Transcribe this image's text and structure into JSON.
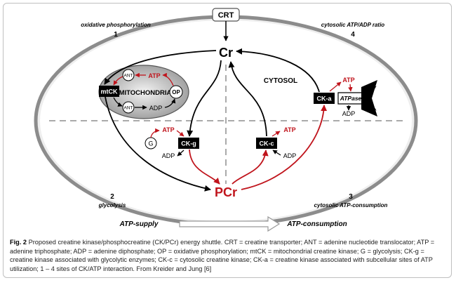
{
  "diagram": {
    "crt": "CRT",
    "cr": "Cr",
    "pcr": "PCr",
    "cytosol": "CYTOSOL",
    "mitochondria": "MITOCHONDRIA",
    "mtck": "mtCK",
    "ant": "ANT",
    "op": "OP",
    "atp": "ATP",
    "adp": "ADP",
    "g": "G",
    "ck_g": "CK-g",
    "ck_c": "CK-c",
    "ck_a": "CK-a",
    "atpase": "ATPase",
    "sites": [
      {
        "num": "1",
        "label": "oxidative phosphorylation"
      },
      {
        "num": "4",
        "label": "cytosolic ATP/ADP ratio"
      },
      {
        "num": "2",
        "label": "glycolysis"
      },
      {
        "num": "3",
        "label": "cytosolic ATP-consumption"
      }
    ],
    "supply": "ATP-supply",
    "consumption": "ATP-consumption"
  },
  "caption": {
    "fig": "Fig. 2",
    "text": "Proposed creatine kinase/phosphocreatine (CK/PCr) energy shuttle. CRT = creatine transporter; ANT = adenine nucleotide translocator; ATP = adenine triphosphate; ADP = adenine diphosphate; OP = oxidative phosphorylation; mtCK = mitochondrial creatine kinase; G = glycolysis; CK-g = creatine kinase associated with glycolytic enzymes; CK-c = cytosolic creatine kinase; CK-a = creatine kinase associated with subcellular sites of ATP utilization; 1 – 4 sites of CK/ATP interaction. From Kreider and Jung [6]"
  },
  "colors": {
    "red": "#c0141c",
    "black": "#000000",
    "cell_fill": "#eeeeee",
    "cell_stroke": "#8c8c8c"
  }
}
